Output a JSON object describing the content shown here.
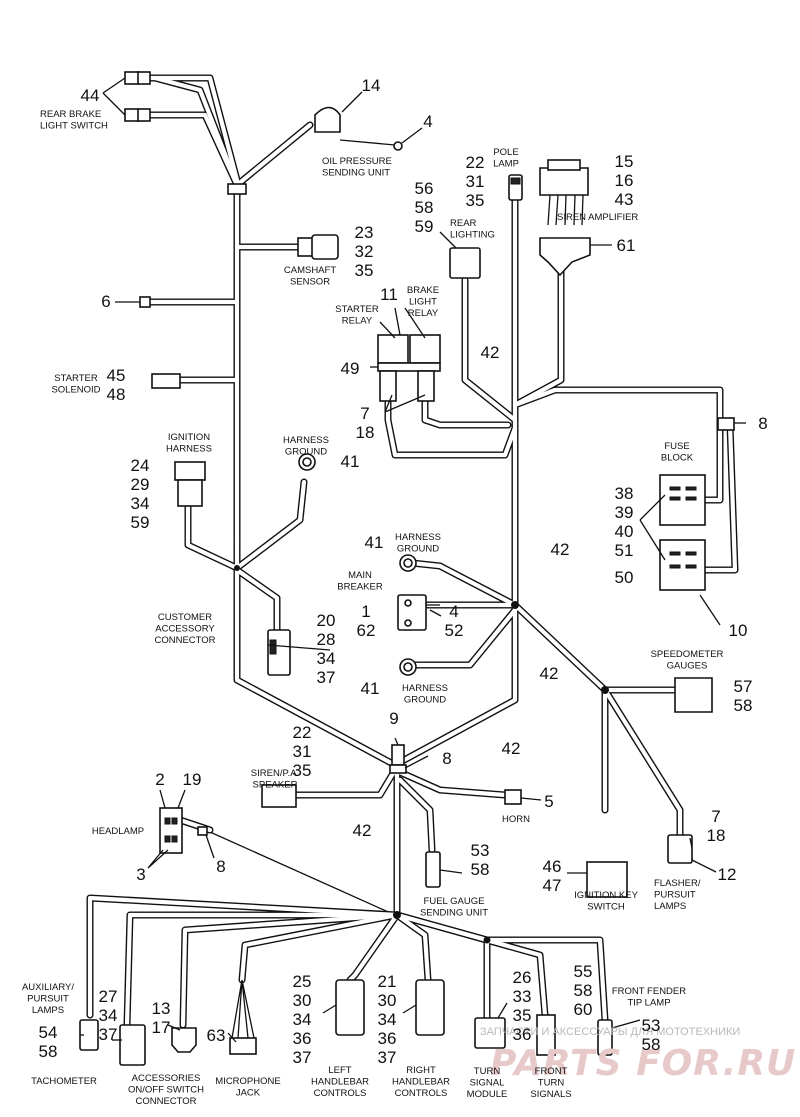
{
  "labels": {
    "rear_brake_light_switch": [
      "REAR BRAKE",
      "LIGHT SWITCH"
    ],
    "oil_pressure": [
      "OIL PRESSURE",
      "SENDING UNIT"
    ],
    "pole_lamp": [
      "POLE",
      "LAMP"
    ],
    "siren_amplifier": [
      "SIREN AMPLIFIER"
    ],
    "rear_lighting": [
      "REAR",
      "LIGHTING"
    ],
    "camshaft_sensor": [
      "CAMSHAFT",
      "SENSOR"
    ],
    "starter_relay": [
      "STARTER",
      "RELAY"
    ],
    "brake_light_relay": [
      "BRAKE",
      "LIGHT",
      "RELAY"
    ],
    "starter_solenoid": [
      "STARTER",
      "SOLENOID"
    ],
    "ignition_harness": [
      "IGNITION",
      "HARNESS"
    ],
    "harness_ground_1": [
      "HARNESS",
      "GROUND"
    ],
    "fuse_block": [
      "FUSE",
      "BLOCK"
    ],
    "harness_ground_2": [
      "HARNESS",
      "GROUND"
    ],
    "main_breaker": [
      "MAIN",
      "BREAKER"
    ],
    "customer_accessory": [
      "CUSTOMER",
      "ACCESSORY",
      "CONNECTOR"
    ],
    "harness_ground_3": [
      "HARNESS",
      "GROUND"
    ],
    "speedometer_gauges": [
      "SPEEDOMETER",
      "GAUGES"
    ],
    "siren_pa_speaker": [
      "SIREN/P.A.",
      "SPEAKER"
    ],
    "horn": [
      "HORN"
    ],
    "headlamp": [
      "HEADLAMP"
    ],
    "fuel_gauge": [
      "FUEL GAUGE",
      "SENDING UNIT"
    ],
    "ignition_key_switch": [
      "IGNITION KEY",
      "SWITCH"
    ],
    "flasher_pursuit": [
      "FLASHER/",
      "PURSUIT",
      "LAMPS"
    ],
    "auxiliary_pursuit": [
      "AUXILIARY/",
      "PURSUIT",
      "LAMPS"
    ],
    "front_fender_tip_lamp": [
      "FRONT FENDER",
      "TIP LAMP"
    ],
    "tachometer": [
      "TACHOMETER"
    ],
    "accessories_switch": [
      "ACCESSORIES",
      "ON/OFF SWITCH",
      "CONNECTOR"
    ],
    "microphone_jack": [
      "MICROPHONE",
      "JACK"
    ],
    "left_handlebar": [
      "LEFT",
      "HANDLEBAR",
      "CONTROLS"
    ],
    "right_handlebar": [
      "RIGHT",
      "HANDLEBAR",
      "CONTROLS"
    ],
    "turn_signal_module": [
      "TURN",
      "SIGNAL",
      "MODULE"
    ],
    "front_turn_signals": [
      "FRONT",
      "TURN",
      "SIGNALS"
    ]
  },
  "callouts": {
    "c44": "44",
    "c14": "14",
    "c4a": "4",
    "c22a": [
      "22",
      "31",
      "35"
    ],
    "c15": [
      "15",
      "16",
      "43"
    ],
    "c56": [
      "56",
      "58",
      "59"
    ],
    "c61": "61",
    "c23": [
      "23",
      "32",
      "35"
    ],
    "c6": "6",
    "c11": "11",
    "c49": "49",
    "c42a": "42",
    "c45": [
      "45",
      "48"
    ],
    "c7a": [
      "7",
      "18"
    ],
    "c41a": "41",
    "c24": [
      "24",
      "29",
      "34",
      "59"
    ],
    "c8a": "8",
    "c38": [
      "38",
      "39",
      "40",
      "51"
    ],
    "c50": "50",
    "c10": "10",
    "c41b": "41",
    "c42b": "42",
    "c1": [
      "1",
      "62"
    ],
    "c4b": [
      "4",
      "52"
    ],
    "c20": [
      "20",
      "28",
      "34",
      "37"
    ],
    "c41c": "41",
    "c42c": "42",
    "c57": [
      "57",
      "58"
    ],
    "c9": "9",
    "c22b": [
      "22",
      "31",
      "35"
    ],
    "c8b": "8",
    "c42d": "42",
    "c2": "2",
    "c19": "19",
    "c5": "5",
    "c42e": "42",
    "c3": "3",
    "c8c": "8",
    "c53a": [
      "53",
      "58"
    ],
    "c7b": [
      "7",
      "18"
    ],
    "c12": "12",
    "c46": [
      "46",
      "47"
    ],
    "c27": [
      "27",
      "34",
      "37"
    ],
    "c13": [
      "13",
      "17"
    ],
    "c63": "63",
    "c25": [
      "25",
      "30",
      "34",
      "36",
      "37"
    ],
    "c21": [
      "21",
      "30",
      "34",
      "36",
      "37"
    ],
    "c26": [
      "26",
      "33",
      "35",
      "36"
    ],
    "c55": [
      "55",
      "58",
      "60"
    ],
    "c53b": [
      "53",
      "58"
    ],
    "c54": [
      "54",
      "58"
    ]
  },
  "watermark": {
    "text": "ЗАПЧАСТИ И АКСЕССУАРЫ ДЛЯ МОТОТЕХНИКИ",
    "logo": "PARTS FOR.RU"
  }
}
